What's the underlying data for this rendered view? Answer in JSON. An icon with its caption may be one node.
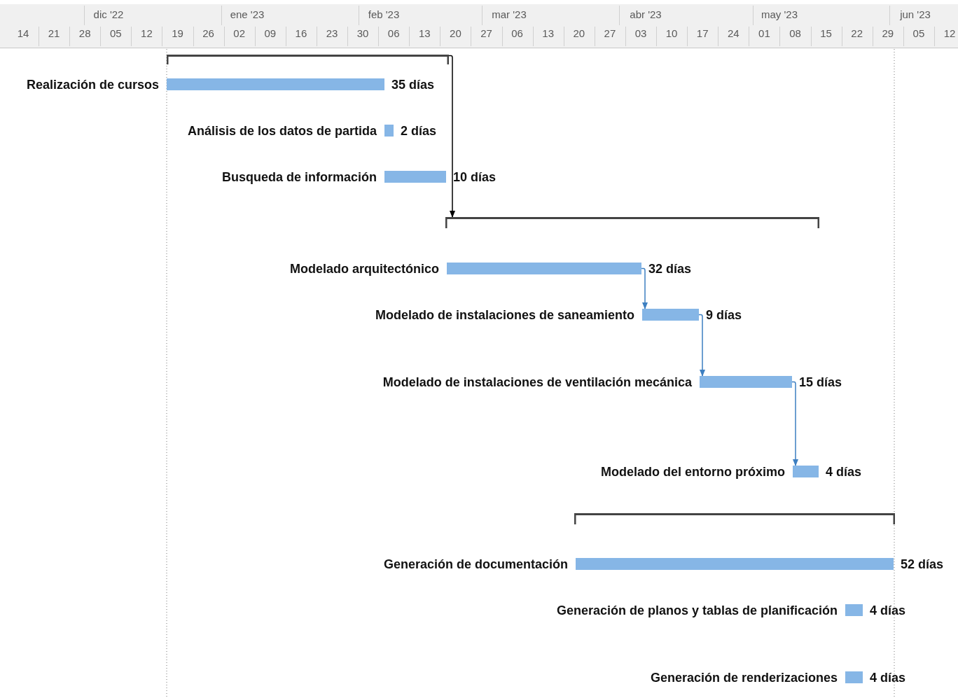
{
  "diagram": {
    "nodes": [
      {
        "text": [],
        "shape": "bracket"
      },
      {
        "text": [
          "Realización de cursos"
        ],
        "beside": [
          "35 días"
        ]
      },
      {
        "text": [
          "Análisis de los datos de partida"
        ],
        "beside": [
          "2 días"
        ]
      },
      {
        "text": [
          "Busqueda de información"
        ],
        "beside": [
          "10 días"
        ]
      },
      {
        "text": [],
        "shape": "bracket"
      },
      {
        "text": [
          "Modelado arquitectónico"
        ],
        "beside": [
          "32 días"
        ]
      },
      {
        "text": [
          "Modelado de instalaciones de saneamiento"
        ],
        "beside": [
          "9 días"
        ]
      },
      {
        "text": [
          "Modelado de instalaciones de ventilación mecánica"
        ],
        "beside": [
          "15 días"
        ]
      },
      {
        "text": [
          "Modelado del entorno próximo"
        ],
        "beside": [
          "4 días"
        ]
      },
      {
        "text": [],
        "shape": "bracket"
      },
      {
        "text": [
          "Generación de documentación"
        ],
        "beside": [
          "52 días"
        ]
      },
      {
        "text": [
          "Generación de planos y tablas de planificación"
        ],
        "beside": [
          "4 días"
        ]
      },
      {
        "text": [
          "Generación de renderizaciones"
        ],
        "beside": [
          "4 días"
        ]
      }
    ],
    "edges": [
      {
        "from": 0,
        "to": 4,
        "arrow": "to",
        "color": "#000000"
      },
      {
        "from": 5,
        "to": 6,
        "arrow": "to"
      },
      {
        "from": 6,
        "to": 7,
        "arrow": "to"
      },
      {
        "from": 7,
        "to": 8,
        "arrow": "to"
      }
    ],
    "labels": [
      "dic '22",
      "ene '23",
      "feb '23",
      "mar '23",
      "abr '23",
      "may '23",
      "jun '23",
      "14",
      "21",
      "28",
      "05",
      "12",
      "19",
      "26",
      "02",
      "09",
      "16",
      "23",
      "30",
      "06",
      "13",
      "20",
      "27",
      "06",
      "13",
      "20",
      "27",
      "03",
      "10",
      "17",
      "24",
      "01",
      "08",
      "15",
      "22",
      "29",
      "05",
      "12"
    ]
  }
}
